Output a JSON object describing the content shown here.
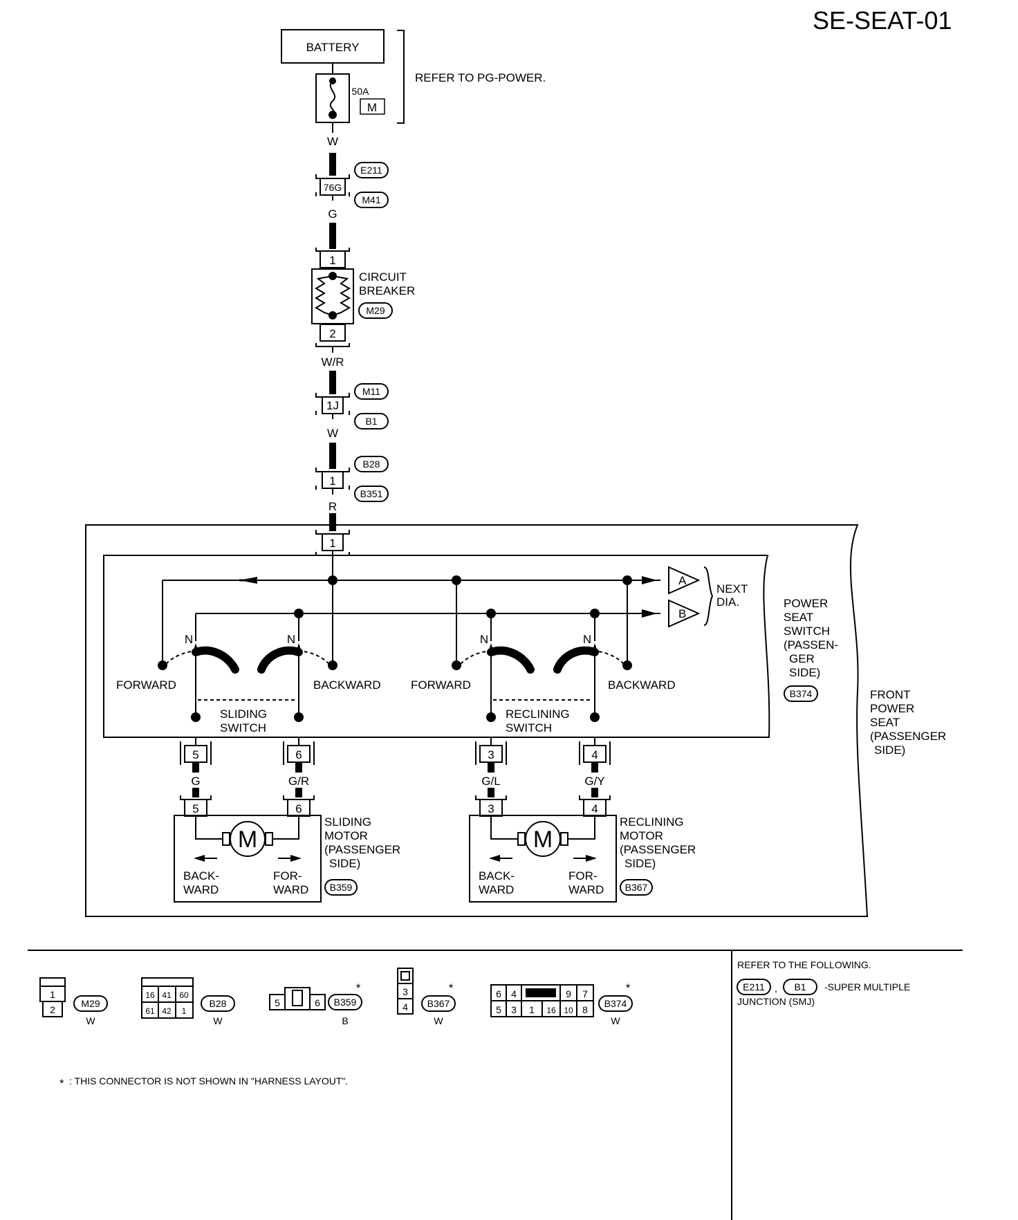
{
  "page_id": "SE-SEAT-01",
  "battery": {
    "label": "BATTERY",
    "fuse_amp": "50A",
    "fuse_box": "M",
    "note": "REFER TO PG-POWER."
  },
  "wires": {
    "w1": "W",
    "w2": "G",
    "w3": "W/R",
    "w4": "W",
    "w5": "R",
    "w6": "G",
    "w7": "G/R",
    "w8": "G/L",
    "w9": "G/Y"
  },
  "connectors": {
    "e211": "E211",
    "m41": "M41",
    "pin76g": "76G",
    "m29": "M29",
    "m11": "M11",
    "b1": "B1",
    "pin1j": "1J",
    "b28": "B28",
    "b351": "B351",
    "b374": "B374",
    "b359": "B359",
    "b367": "B367"
  },
  "pins": {
    "p1": "1",
    "p2": "2",
    "p3": "3",
    "p4": "4",
    "p5": "5",
    "p6": "6"
  },
  "breaker": {
    "line1": "CIRCUIT",
    "line2": "BREAKER"
  },
  "switch": {
    "n": "N",
    "forward": "FORWARD",
    "backward": "BACKWARD",
    "sliding_1": "SLIDING",
    "sliding_2": "SWITCH",
    "reclining_1": "RECLINING",
    "reclining_2": "SWITCH",
    "tag_a": "A",
    "tag_b": "B",
    "next_1": "NEXT",
    "next_2": "DIA."
  },
  "power_seat_switch": [
    "POWER",
    "SEAT",
    "SWITCH",
    "(PASSEN-",
    "GER",
    "SIDE)"
  ],
  "front_power_seat": [
    "FRONT",
    "POWER",
    "SEAT",
    "(PASSENGER",
    "SIDE)"
  ],
  "motors": {
    "motor_symbol": "M",
    "sliding": [
      "SLIDING",
      "MOTOR",
      "(PASSENGER",
      "SIDE)"
    ],
    "reclining": [
      "RECLINING",
      "MOTOR",
      "(PASSENGER",
      "SIDE)"
    ],
    "back_1": "BACK-",
    "back_2": "WARD",
    "for_1": "FOR-",
    "for_2": "WARD"
  },
  "legend": {
    "m29": {
      "pins_top": [
        "1"
      ],
      "pins_bottom": [
        "2"
      ],
      "color": "W"
    },
    "b28": {
      "pins_top": [
        "16",
        "41",
        "60"
      ],
      "pins_bottom": [
        "61",
        "42",
        "1"
      ],
      "color": "W"
    },
    "b359": {
      "pins": [
        "5",
        "6"
      ],
      "color": "B"
    },
    "b367": {
      "pins": [
        "3",
        "4"
      ],
      "color": "W"
    },
    "b374": {
      "pins_top": [
        "6",
        "4",
        "9",
        "7"
      ],
      "pins_bottom": [
        "5",
        "3",
        "1",
        "16",
        "10",
        "8"
      ],
      "color": "W"
    },
    "star": "*",
    "footnote": ": THIS CONNECTOR IS NOT SHOWN IN \"HARNESS LAYOUT\".",
    "refer": "REFER TO THE FOLLOWING.",
    "refer_sep": ",",
    "refer_smj": "-SUPER MULTIPLE",
    "refer_smj2": "JUNCTION (SMJ)"
  }
}
